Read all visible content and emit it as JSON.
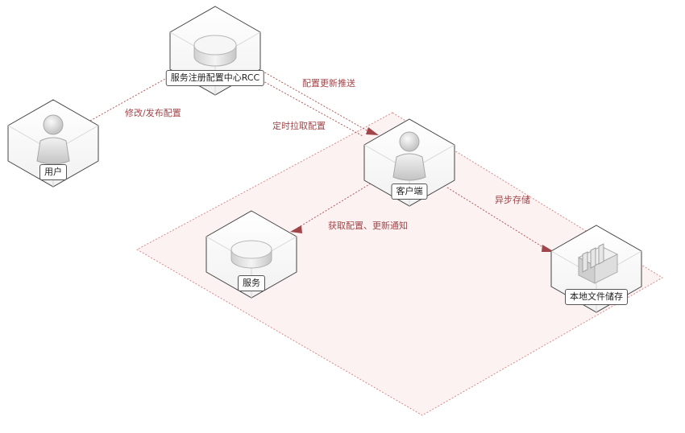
{
  "colors": {
    "accent": "#a0464a",
    "zone_fill": "#fdf2f2",
    "zone_stroke": "#d88a8a",
    "hex_stroke": "#444444",
    "label_border": "#555555"
  },
  "nodes": {
    "rcc": {
      "label": "服务注册配置中心RCC",
      "icon": "database-icon"
    },
    "user": {
      "label": "用户",
      "icon": "person-icon"
    },
    "client": {
      "label": "客户端",
      "icon": "person-icon"
    },
    "service": {
      "label": "服务",
      "icon": "database-icon"
    },
    "storage": {
      "label": "本地文件储存",
      "icon": "server-rack-icon"
    }
  },
  "edges": {
    "modify_publish": "修改/发布配置",
    "push_update": "配置更新推送",
    "timed_pull": "定时拉取配置",
    "get_config_notify": "获取配置、更新通知",
    "async_store": "异步存储"
  }
}
